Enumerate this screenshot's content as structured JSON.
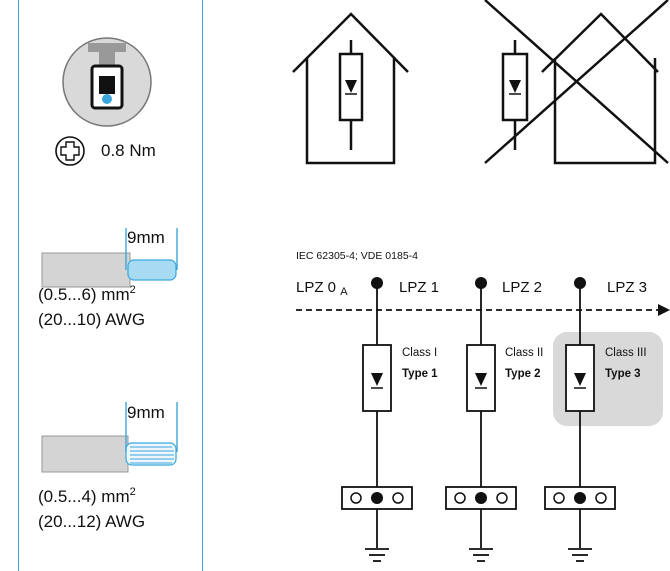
{
  "left_panel": {
    "torque": "0.8 Nm",
    "strip1": "9mm",
    "wire1_mm": "(0.5...6) mm",
    "wire1_sup": "2",
    "wire1_awg": "(20...10) AWG",
    "strip2": "9mm",
    "wire2_mm": "(0.5...4) mm",
    "wire2_sup": "2",
    "wire2_awg": "(20...12) AWG"
  },
  "standard": "IEC 62305-4; VDE 0185-4",
  "zones": [
    {
      "label": "LPZ 0",
      "sub": "A"
    },
    {
      "label": "LPZ 1"
    },
    {
      "label": "LPZ 2"
    },
    {
      "label": "LPZ 3"
    }
  ],
  "devices": [
    {
      "class": "Class I",
      "type": "Type 1"
    },
    {
      "class": "Class II",
      "type": "Type 2"
    },
    {
      "class": "Class III",
      "type": "Type 3"
    }
  ],
  "colors": {
    "accent": "#3aa6dd",
    "highlight": "#d9d9d9",
    "line": "#111111"
  }
}
